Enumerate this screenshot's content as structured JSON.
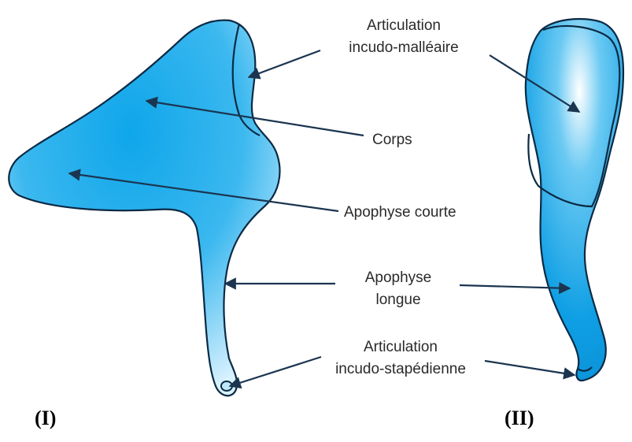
{
  "labels": {
    "articulation_incudo_malleaire": [
      "Articulation",
      "incudo-malléaire"
    ],
    "corps": "Corps",
    "apophyse_courte": "Apophyse courte",
    "apophyse_longue": [
      "Apophyse",
      "longue"
    ],
    "articulation_incudo_stapedienne": [
      "Articulation",
      "incudo-stapédienne"
    ]
  },
  "panels": {
    "left": "(I)",
    "right": "(II)"
  },
  "colors": {
    "bone_fill_light": "#d6f1ff",
    "bone_fill_dark": "#0aa0e6",
    "outline": "#0b2a44",
    "arrow": "#1b3550"
  }
}
